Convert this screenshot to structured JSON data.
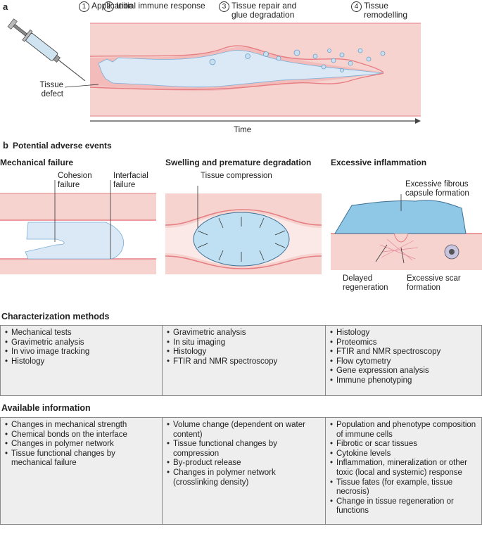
{
  "panel_a": {
    "letter": "a",
    "steps": [
      {
        "num": "1",
        "label": "Application"
      },
      {
        "num": "2",
        "label": "Initial immune response"
      },
      {
        "num": "3",
        "label": "Tissue repair and glue degradation"
      },
      {
        "num": "4",
        "label": "Tissue remodelling"
      }
    ],
    "defect_label": "Tissue defect",
    "time_label": "Time"
  },
  "panel_b": {
    "letter": "b",
    "title": "Potential adverse events",
    "events": [
      {
        "title": "Mechanical failure",
        "labels": [
          "Cohesion failure",
          "Interfacial failure"
        ]
      },
      {
        "title": "Swelling and premature degradation",
        "labels": [
          "Tissue compression"
        ]
      },
      {
        "title": "Excessive inflammation",
        "labels": [
          "Excessive fibrous capsule formation",
          "Delayed regeneration",
          "Excessive scar formation"
        ]
      }
    ]
  },
  "characterization": {
    "title": "Characterization methods",
    "columns": [
      [
        "Mechanical tests",
        "Gravimetric analysis",
        "In vivo image tracking",
        "Histology"
      ],
      [
        "Gravimetric analysis",
        "In situ imaging",
        "Histology",
        "FTIR and NMR spectroscopy"
      ],
      [
        "Histology",
        "Proteomics",
        "FTIR and NMR spectroscopy",
        "Flow cytometry",
        "Gene expression analysis",
        "Immune phenotyping"
      ]
    ]
  },
  "available": {
    "title": "Available information",
    "columns": [
      [
        "Changes in mechanical strength",
        "Chemical bonds on the interface",
        "Changes in polymer network",
        "Tissue functional changes by mechanical failure"
      ],
      [
        "Volume change (dependent on water content)",
        "Tissue functional changes by compression",
        "By-product release",
        "Changes in polymer network (crosslinking density)"
      ],
      [
        "Population and phenotype composition of immune cells",
        "Fibrotic or scar tissues",
        "Cytokine levels",
        "Inflammation, mineralization or other toxic (local and systemic) response",
        "Tissue fates (for example, tissue necrosis)",
        "Change in tissue regeneration or functions"
      ]
    ]
  },
  "colors": {
    "tissue_fill": "#f6d3cf",
    "tissue_edge": "#e57f84",
    "gel_fill": "#dbe9f6",
    "gel_edge": "#7aaed6",
    "capsule_fill": "#8ec8e6",
    "box_bg": "#eeeeee"
  }
}
